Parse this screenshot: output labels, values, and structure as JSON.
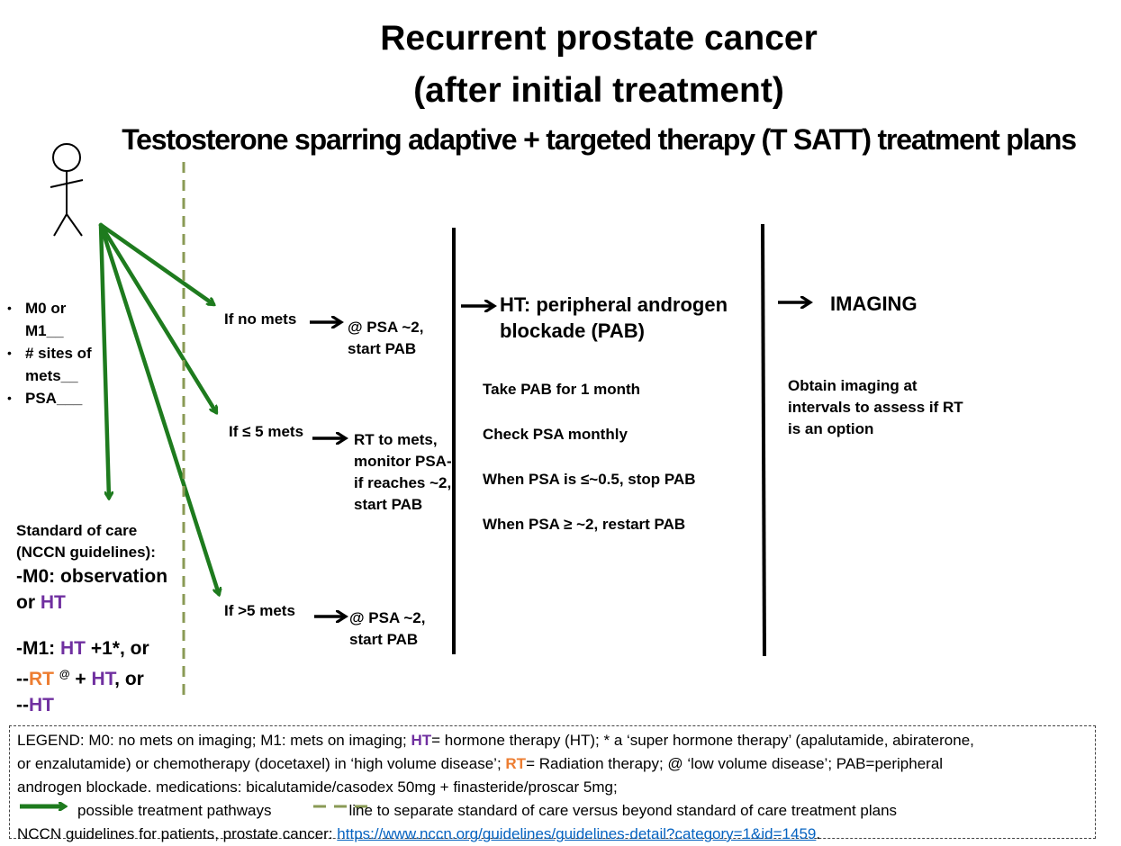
{
  "title": {
    "line1": "Recurrent prostate cancer",
    "line2": "(after initial treatment)",
    "line3": "Testosterone sparring adaptive + targeted therapy (T SATT) treatment plans"
  },
  "patient_status": [
    "M0 or M1__",
    "# sites of mets__",
    "PSA___"
  ],
  "standard_of_care": {
    "heading": "Standard of care (NCCN guidelines):",
    "m0_prefix": "-M0: observation or",
    "m0_ht": "HT",
    "m1_prefix": "-M1:",
    "m1_ht": "HT",
    "m1_suffix": "+1*, or",
    "line2_prefix": "--",
    "rt": "RT",
    "at": "@",
    "plus": "+",
    "ht2": "HT",
    "or": ", or",
    "line3_prefix": "--",
    "ht3": "HT"
  },
  "branches": {
    "no_mets": {
      "condition": "If no mets",
      "action": "@ PSA ~2, start PAB"
    },
    "le5_mets": {
      "condition": "If ≤ 5 mets",
      "action": "RT to mets, monitor PSA- if reaches ~2, start PAB"
    },
    "gt5_mets": {
      "condition": "If >5 mets",
      "action": "@ PSA ~2, start PAB"
    }
  },
  "ht_column": {
    "title": "HT: peripheral androgen blockade (PAB)",
    "steps": [
      "Take PAB for 1 month",
      "Check PSA monthly",
      "When PSA is ≤~0.5, stop PAB",
      "When PSA ≥ ~2, restart PAB"
    ]
  },
  "imaging_column": {
    "title": "IMAGING",
    "text": "Obtain imaging at intervals to assess  if RT is an option"
  },
  "legend": {
    "l1_a": "LEGEND: M0: no mets on imaging; M1: mets on imaging;",
    "l1_ht": "HT",
    "l1_b": "= hormone therapy (HT); * a ‘super hormone therapy’ (apalutamide, abiraterone,",
    "l2_a": "or enzalutamide) or chemotherapy (docetaxel) in ‘high volume disease’;",
    "l2_rt": "RT",
    "l2_b": "= Radiation therapy; @ ‘low volume disease’; PAB=peripheral",
    "l3": "androgen blockade. medications: bicalutamide/casodex 50mg + finasteride/proscar 5mg;",
    "key_arrow": "possible treatment pathways",
    "key_dashed": "line to separate standard of care versus beyond standard of care treatment plans",
    "l5_a": "NCCN guidelines for patients, prostate cancer:",
    "l5_link": "https://www.nccn.org/guidelines/guidelines-detail?category=1&id=1459",
    "l5_b": "."
  },
  "colors": {
    "pathway_green": "#1e7b1e",
    "divider_green": "#8a9a55",
    "ht_purple": "#7030a0",
    "rt_orange": "#ed7d31",
    "link_blue": "#0563c1"
  }
}
